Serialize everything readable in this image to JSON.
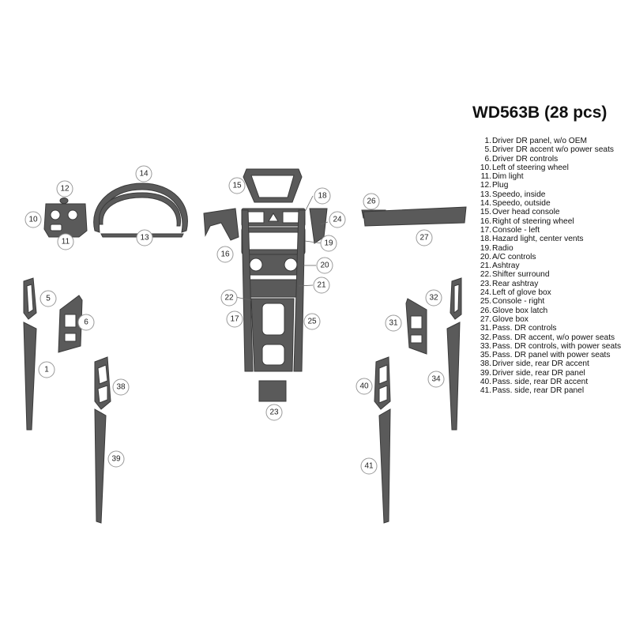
{
  "kit": {
    "title": "WD563B (28 pcs)"
  },
  "legend": [
    {
      "num": "1.",
      "text": "Driver DR panel, w/o OEM"
    },
    {
      "num": "5.",
      "text": "Driver DR accent w/o power seats"
    },
    {
      "num": "6.",
      "text": "Driver DR controls"
    },
    {
      "num": "10.",
      "text": "Left of steering wheel"
    },
    {
      "num": "11.",
      "text": "Dim light"
    },
    {
      "num": "12.",
      "text": "Plug"
    },
    {
      "num": "13.",
      "text": "Speedo, inside"
    },
    {
      "num": "14.",
      "text": "Speedo, outside"
    },
    {
      "num": "15.",
      "text": "Over head console"
    },
    {
      "num": "16.",
      "text": "Right of steering wheel"
    },
    {
      "num": "17.",
      "text": "Console - left"
    },
    {
      "num": "18.",
      "text": "Hazard light, center vents"
    },
    {
      "num": "19.",
      "text": "Radio"
    },
    {
      "num": "20.",
      "text": "A/C controls"
    },
    {
      "num": "21.",
      "text": "Ashtray"
    },
    {
      "num": "22.",
      "text": "Shifter surround"
    },
    {
      "num": "23.",
      "text": "Rear ashtray"
    },
    {
      "num": "24.",
      "text": "Left of glove box"
    },
    {
      "num": "25.",
      "text": "Console - right"
    },
    {
      "num": "26.",
      "text": "Glove box latch"
    },
    {
      "num": "27.",
      "text": "Glove box"
    },
    {
      "num": "31.",
      "text": "Pass. DR controls"
    },
    {
      "num": "32.",
      "text": "Pass. DR accent, w/o power seats"
    },
    {
      "num": "33.",
      "text": "Pass. DR controls, with power seats"
    },
    {
      "num": "35.",
      "text": "Pass. DR panel with power seats"
    },
    {
      "num": "38.",
      "text": "Driver side, rear DR accent"
    },
    {
      "num": "39.",
      "text": "Driver side, rear DR panel"
    },
    {
      "num": "40.",
      "text": "Pass. side, rear DR accent"
    },
    {
      "num": "41.",
      "text": "Pass. side, rear DR panel"
    }
  ],
  "callouts": [
    "1",
    "5",
    "6",
    "10",
    "11",
    "12",
    "13",
    "14",
    "15",
    "16",
    "17",
    "18",
    "19",
    "20",
    "21",
    "22",
    "23",
    "24",
    "25",
    "26",
    "27",
    "31",
    "32",
    "34",
    "38",
    "39",
    "40",
    "41"
  ],
  "colors": {
    "part_fill": "#5a5a5a",
    "callout_border": "#9a9a9a",
    "text": "#111111"
  }
}
